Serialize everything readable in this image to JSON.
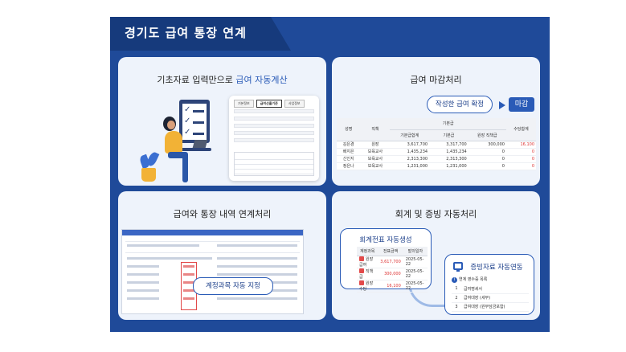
{
  "title": "경기도 급여 통장 연계",
  "panel1": {
    "title_plain": "기초자료 입력만으로 ",
    "title_highlight": "급여 자동계산",
    "tabs": [
      "기본정보",
      "급여산출기준",
      "사업정보"
    ]
  },
  "panel2": {
    "title": "급여 마감처리",
    "callout": "작성한 급여 확정",
    "close_button": "마감",
    "table": {
      "group_header": "기본급",
      "headers": [
        "성명",
        "직책",
        "기본급합계",
        "기본급",
        "원장 직책급",
        "수당합계"
      ],
      "rows": [
        [
          "김은경",
          "원장",
          "3,617,700",
          "3,317,700",
          "300,000",
          "16,100"
        ],
        [
          "배지은",
          "보육교사",
          "1,435,234",
          "1,435,234",
          "0",
          "0"
        ],
        [
          "신인지",
          "보육교사",
          "2,313,300",
          "2,313,300",
          "0",
          "0"
        ],
        [
          "정은나",
          "보육교사",
          "1,231,000",
          "1,231,000",
          "0",
          "0"
        ]
      ]
    }
  },
  "panel3": {
    "title": "급여와 통장 내역 연계처리",
    "callout": "계정과목 자동 지정"
  },
  "panel4": {
    "title": "회계 및 증빙 자동처리",
    "card1": {
      "title": "회계전표 자동생성",
      "headers": [
        "계정과목",
        "전표금액",
        "발의일자"
      ],
      "rows": [
        [
          "원장급여",
          "3,617,700",
          "2025-05-22"
        ],
        [
          "직책급",
          "300,000",
          "2025-05-22"
        ],
        [
          "원장수당",
          "16,100",
          "2025-05-22"
        ]
      ]
    },
    "card2": {
      "title": "증빙자료 자동연동",
      "list_title": "연계 영수증 목록",
      "items": [
        {
          "no": "1",
          "label": "급여명세서"
        },
        {
          "no": "2",
          "label": "급여대장 (세부)"
        },
        {
          "no": "3",
          "label": "급여대장 (원부담금포함)"
        }
      ]
    }
  }
}
